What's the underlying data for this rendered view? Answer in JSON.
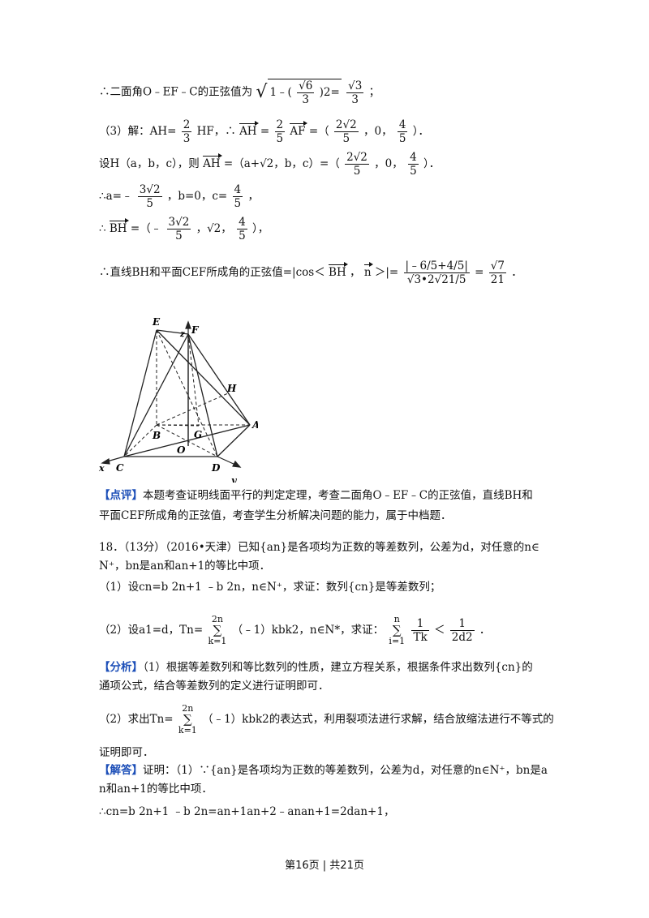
{
  "lines": {
    "l1_pre": "∴二面角O﹣EF﹣C的正弦值为",
    "l1_one": "1﹣(",
    "l1_rad6": "6",
    "l1_den3": "3",
    "l1_pow": ")2=",
    "l1_rad3": "3",
    "l1_den3b": "3",
    "l1_end": "；",
    "l2_a": "（3）解：AH=",
    "l2_f_num": "2",
    "l2_f_den": "3",
    "l2_b": "HF，∴",
    "l2_vec1": "AH",
    "l2_eq": "=",
    "l2_g_num": "2",
    "l2_g_den": "5",
    "l2_vec2": "AF",
    "l2_c": "=（",
    "l2_h_num": "2√2",
    "l2_h_den": "5",
    "l2_d": "，0，",
    "l2_i_num": "4",
    "l2_i_den": "5",
    "l2_e": "）．",
    "l3_a": "设H（a，b，c），则",
    "l3_vec": "AH",
    "l3_b": "=（a+√2，b，c）=（",
    "l3_f_num": "2√2",
    "l3_f_den": "5",
    "l3_c": "，0，",
    "l3_g_num": "4",
    "l3_g_den": "5",
    "l3_d": "）．",
    "l4_a": "∴a=﹣",
    "l4_f_num": "3√2",
    "l4_f_den": "5",
    "l4_b": "，b=0，c=",
    "l4_g_num": "4",
    "l4_g_den": "5",
    "l4_c": "，",
    "l5_a": "∴",
    "l5_vec": "BH",
    "l5_b": "=（﹣",
    "l5_f_num": "3√2",
    "l5_f_den": "5",
    "l5_c": "，√2，",
    "l5_g_num": "4",
    "l5_g_den": "5",
    "l5_d": "），",
    "l6_a": "∴直线BH和平面CEF所成角的正弦值=|cos＜",
    "l6_vec1": "BH",
    "l6_b": "，",
    "l6_vec2": "n",
    "l6_c": "＞|=",
    "l6_num": "|﹣6/5+4/5|",
    "l6_den": "√3•2√21/5",
    "l6_d": "=",
    "l6_r_num": "√7",
    "l6_r_den": "21",
    "l6_e": "．"
  },
  "figure": {
    "labels": [
      "E",
      "z",
      "F",
      "H",
      "A",
      "B",
      "G",
      "O",
      "C",
      "D",
      "x",
      "y"
    ]
  },
  "comment": {
    "tag": "【点评】",
    "text1": "本题考查证明线面平行的判定定理，考查二面角O﹣EF﹣C的正弦值，直线BH和",
    "text2": "平面CEF所成角的正弦值，考查学生分析解决问题的能力，属于中档题．"
  },
  "problem": {
    "p1": "18．（13分）（2016•天津）已知{an}是各项均为正数的等差数列，公差为d，对任意的n∈",
    "p2": "N⁺，bn是an和an+1的等比中项．",
    "p3": "（1）设cn=b  2n+1 ﹣b  2n，n∈N⁺，求证：数列{cn}是等差数列；",
    "p4_a": "（2）设a1=d，Tn=",
    "p4_sum_top": "2n",
    "p4_sum_bot": "k=1",
    "p4_b": "（﹣1）kbk2，n∈N*，求证：",
    "p4_sum2_top": "n",
    "p4_sum2_bot": "i=1",
    "p4_f_num": "1",
    "p4_f_den": "Tk",
    "p4_lt": "＜",
    "p4_g_num": "1",
    "p4_g_den": "2d2",
    "p4_end": "．"
  },
  "analysis": {
    "tag": "【分析】",
    "text1": "（1）根据等差数列和等比数列的性质，建立方程关系，根据条件求出数列{cn}的",
    "text2": "通项公式，结合等差数列的定义进行证明即可．",
    "text3_a": "（2）求出Tn=",
    "text3_sum_top": "2n",
    "text3_sum_bot": "k=1",
    "text3_b": "（﹣1）kbk2的表达式，利用裂项法进行求解，结合放缩法进行不等式的",
    "text4": "证明即可．"
  },
  "answer": {
    "tag": "【解答】",
    "text1": "证明：（1）∵{an}是各项均为正数的等差数列，公差为d，对任意的n∈N⁺，bn是a",
    "text2": "n和an+1的等比中项．",
    "text3": "∴cn=b  2n+1 ﹣b  2n=an+1an+2﹣anan+1=2dan+1，"
  },
  "footer": {
    "text": "第16页 | 共21页"
  }
}
